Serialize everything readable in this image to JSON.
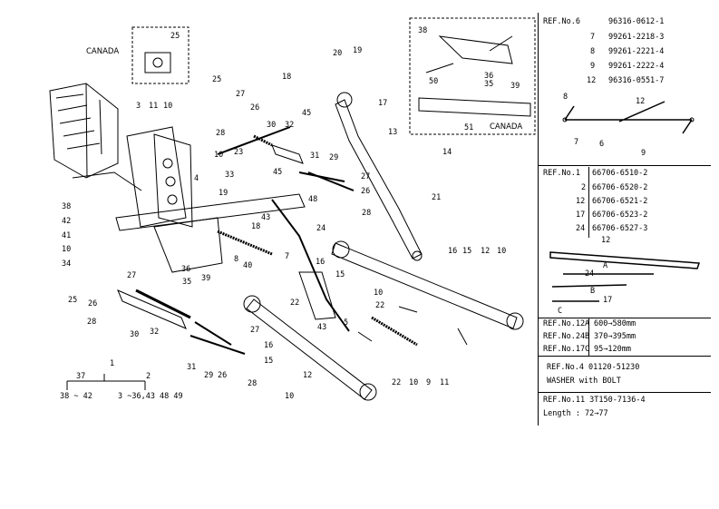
{
  "diagram": {
    "canada_labels": [
      "CANADA",
      "CANADA"
    ],
    "callouts": [
      {
        "id": "c25a",
        "text": "25"
      },
      {
        "id": "c25b",
        "text": "25"
      },
      {
        "id": "c27a",
        "text": "27"
      },
      {
        "id": "c26a",
        "text": "26"
      },
      {
        "id": "c18a",
        "text": "18"
      },
      {
        "id": "c20",
        "text": "20"
      },
      {
        "id": "c19a",
        "text": "19"
      },
      {
        "id": "c45a",
        "text": "45"
      },
      {
        "id": "c17a",
        "text": "17"
      },
      {
        "id": "c13",
        "text": "13"
      },
      {
        "id": "c14",
        "text": "14"
      },
      {
        "id": "c21",
        "text": "21"
      },
      {
        "id": "c3",
        "text": "3"
      },
      {
        "id": "c11a",
        "text": "11"
      },
      {
        "id": "c10a",
        "text": "10"
      },
      {
        "id": "c28a",
        "text": "28"
      },
      {
        "id": "c30a",
        "text": "30"
      },
      {
        "id": "c32a",
        "text": "32"
      },
      {
        "id": "c23",
        "text": "23"
      },
      {
        "id": "c10b",
        "text": "10"
      },
      {
        "id": "c31a",
        "text": "31"
      },
      {
        "id": "c29a",
        "text": "29"
      },
      {
        "id": "c27b",
        "text": "27"
      },
      {
        "id": "c26b",
        "text": "26"
      },
      {
        "id": "c28b",
        "text": "28"
      },
      {
        "id": "c45b",
        "text": "45"
      },
      {
        "id": "c33",
        "text": "33"
      },
      {
        "id": "c4",
        "text": "4"
      },
      {
        "id": "c19b",
        "text": "19"
      },
      {
        "id": "c48",
        "text": "48"
      },
      {
        "id": "c43a",
        "text": "43"
      },
      {
        "id": "c18b",
        "text": "18"
      },
      {
        "id": "c24",
        "text": "24"
      },
      {
        "id": "c38a",
        "text": "38"
      },
      {
        "id": "c42",
        "text": "42"
      },
      {
        "id": "c41",
        "text": "41"
      },
      {
        "id": "c10c",
        "text": "10"
      },
      {
        "id": "c34",
        "text": "34"
      },
      {
        "id": "c8",
        "text": "8"
      },
      {
        "id": "c7",
        "text": "7"
      },
      {
        "id": "c36",
        "text": "36"
      },
      {
        "id": "c16a",
        "text": "16"
      },
      {
        "id": "c15a",
        "text": "15"
      },
      {
        "id": "c12a",
        "text": "12"
      },
      {
        "id": "c10d",
        "text": "10"
      },
      {
        "id": "c40",
        "text": "40"
      },
      {
        "id": "c39a",
        "text": "39"
      },
      {
        "id": "c35a",
        "text": "35"
      },
      {
        "id": "c27c",
        "text": "27"
      },
      {
        "id": "c26c",
        "text": "26"
      },
      {
        "id": "c25c",
        "text": "25"
      },
      {
        "id": "c28c",
        "text": "28"
      },
      {
        "id": "c30b",
        "text": "30"
      },
      {
        "id": "c32b",
        "text": "32"
      },
      {
        "id": "c16b",
        "text": "16"
      },
      {
        "id": "c15b",
        "text": "15"
      },
      {
        "id": "c22a",
        "text": "22"
      },
      {
        "id": "c10e",
        "text": "10"
      },
      {
        "id": "c22b",
        "text": "22"
      },
      {
        "id": "c43b",
        "text": "43"
      },
      {
        "id": "c5",
        "text": "5"
      },
      {
        "id": "c27d",
        "text": "27"
      },
      {
        "id": "c31b",
        "text": "31"
      },
      {
        "id": "c29b",
        "text": "29"
      },
      {
        "id": "c26d",
        "text": "26"
      },
      {
        "id": "c28d",
        "text": "28"
      },
      {
        "id": "c16c",
        "text": "16"
      },
      {
        "id": "c15c",
        "text": "15"
      },
      {
        "id": "c12b",
        "text": "12"
      },
      {
        "id": "c10f",
        "text": "10"
      },
      {
        "id": "c22c",
        "text": "22"
      },
      {
        "id": "c10g",
        "text": "10"
      },
      {
        "id": "c9",
        "text": "9"
      },
      {
        "id": "c11b",
        "text": "11"
      },
      {
        "id": "c38b",
        "text": "38"
      },
      {
        "id": "c50",
        "text": "50"
      },
      {
        "id": "c35b",
        "text": "35"
      },
      {
        "id": "c39b",
        "text": "39"
      },
      {
        "id": "c51",
        "text": "51"
      },
      {
        "id": "c36b",
        "text": "36"
      }
    ]
  },
  "legend": {
    "top": "1",
    "left_group": "37",
    "right_group": "2",
    "left_range": "38 ~ 42",
    "right_range": "3 ~36,43 48 49"
  },
  "ref_panel": {
    "block1": [
      {
        "ref": "REF.No.6",
        "part": "96316-0612-1"
      },
      {
        "ref": "7",
        "part": "99261-2218-3"
      },
      {
        "ref": "8",
        "part": "99261-2221-4"
      },
      {
        "ref": "9",
        "part": "99261-2222-4"
      },
      {
        "ref": "12",
        "part": "96316-0551-7"
      }
    ],
    "block1_diag": [
      "8",
      "12",
      "7",
      "6",
      "9"
    ],
    "block2": [
      {
        "ref": "REF.No.1",
        "part": "66706-6510-2"
      },
      {
        "ref": "2",
        "part": "66706-6520-2"
      },
      {
        "ref": "12",
        "part": "66706-6521-2"
      },
      {
        "ref": "17",
        "part": "66706-6523-2"
      },
      {
        "ref": "24",
        "part": "66706-6527-3"
      }
    ],
    "block2_diag": [
      "12",
      "A",
      "24",
      "B",
      "17",
      "C"
    ],
    "lengths": [
      {
        "ref": "REF.No.12A",
        "range": "600→580mm"
      },
      {
        "ref": "REF.No.24B",
        "range": "370→395mm"
      },
      {
        "ref": "REF.No.17C",
        "range": "95→120mm"
      }
    ],
    "ref4": {
      "line1": "REF.No.4    01120-51230",
      "line2": "WASHER  with  BOLT"
    },
    "ref11": {
      "line1": "REF.No.11  3T150-7136-4",
      "line2": "Length : 72→77"
    }
  }
}
